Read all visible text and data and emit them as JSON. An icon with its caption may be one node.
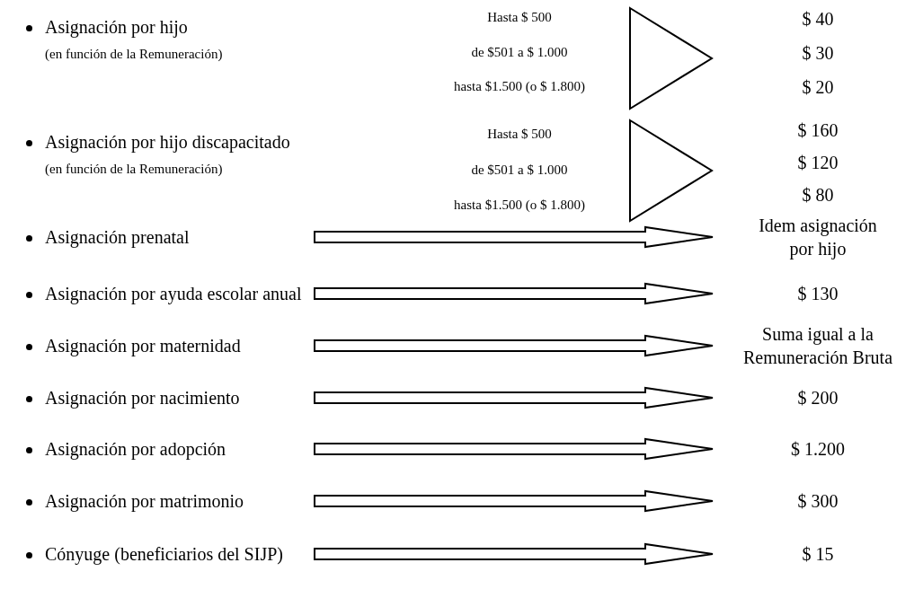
{
  "diagram": {
    "nodes": [
      {
        "text": [
          "Asignación por hijo",
          "(en función de la Remuneración)"
        ]
      },
      {
        "text": [],
        "shape": "triangle"
      },
      {
        "text": [
          "Asignación por hijo discapacitado",
          "(en función de la Remuneración)"
        ]
      },
      {
        "text": [],
        "shape": "triangle"
      },
      {
        "text": [
          "Asignación prenatal"
        ]
      },
      {
        "text": [
          "Idem asignación por hijo"
        ]
      },
      {
        "text": [
          "Asignación por ayuda escolar anual"
        ]
      },
      {
        "text": [
          "$ 130"
        ]
      },
      {
        "text": [
          "Asignación por maternidad"
        ]
      },
      {
        "text": [
          "Suma igual a la Remuneración Bruta"
        ]
      },
      {
        "text": [
          "Asignación por nacimiento"
        ]
      },
      {
        "text": [
          "$ 200"
        ]
      },
      {
        "text": [
          "Asignación por adopción"
        ]
      },
      {
        "text": [
          "$ 1.200"
        ]
      },
      {
        "text": [
          "Asignación por matrimonio"
        ]
      },
      {
        "text": [
          "$ 300"
        ]
      },
      {
        "text": [
          "Cónyuge (beneficiarios del SIJP)"
        ]
      },
      {
        "text": [
          "$ 15"
        ]
      }
    ],
    "edges": [
      {
        "from": 4,
        "to": 5,
        "arrow": "to"
      },
      {
        "from": 6,
        "to": 7,
        "arrow": "to"
      },
      {
        "from": 8,
        "to": 9,
        "arrow": "to"
      },
      {
        "from": 10,
        "to": 11,
        "arrow": "to"
      },
      {
        "from": 12,
        "to": 13,
        "arrow": "to"
      },
      {
        "from": 14,
        "to": 15,
        "arrow": "to"
      },
      {
        "from": 16,
        "to": 17,
        "arrow": "to"
      }
    ],
    "labels": [
      "Hasta $ 500",
      "$ 40",
      "de $501 a $ 1.000",
      "$ 30",
      "hasta $1.500 (o $ 1.800)",
      "$ 20",
      "Hasta $ 500",
      "$ 160",
      "de $501 a $ 1.000",
      "$ 120",
      "hasta $1.500 (o $ 1.800)",
      "$ 80"
    ]
  }
}
